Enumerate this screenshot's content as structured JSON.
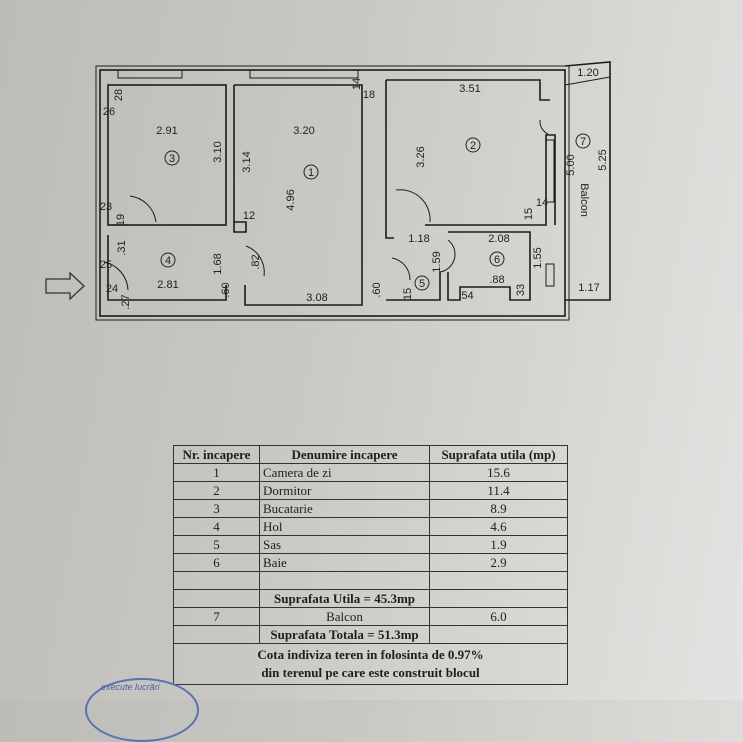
{
  "plan": {
    "rooms": {
      "r1": {
        "num": "1",
        "w": "3.20",
        "h": "4.96",
        "side": "3.14",
        "bottom": "3.08"
      },
      "r2": {
        "num": "2",
        "w": "3.51",
        "h": "3.26"
      },
      "r3": {
        "num": "3",
        "w": "2.91",
        "h": "3.10"
      },
      "r4": {
        "num": "4",
        "w": "2.81",
        "h": "1.68",
        "door": ".82"
      },
      "r5": {
        "num": "5",
        "w": "1.18",
        "h": "1.59"
      },
      "r6": {
        "num": "6",
        "w": "2.08",
        "h": "1.55",
        "bottom": ".88"
      },
      "r7": {
        "num": "7",
        "name": "Balcon",
        "top": "1.20",
        "inner": "5.00",
        "outer": "5.25",
        "bottom": "1.17"
      }
    },
    "small_dims": [
      "26",
      "28",
      "23",
      "19",
      ".31",
      "25",
      "24",
      ".27",
      ".60",
      "12",
      "18",
      "14",
      ".60",
      "15",
      ".54",
      "33",
      "15",
      "14"
    ],
    "entrance_icon": "arrow-right-icon"
  },
  "table": {
    "headers": [
      "Nr. incapere",
      "Denumire incapere",
      "Suprafata utila (mp)"
    ],
    "rows": [
      {
        "nr": "1",
        "name": "Camera de zi",
        "area": "15.6"
      },
      {
        "nr": "2",
        "name": "Dormitor",
        "area": "11.4"
      },
      {
        "nr": "3",
        "name": "Bucatarie",
        "area": "8.9"
      },
      {
        "nr": "4",
        "name": "Hol",
        "area": "4.6"
      },
      {
        "nr": "5",
        "name": "Sas",
        "area": "1.9"
      },
      {
        "nr": "6",
        "name": "Baie",
        "area": "2.9"
      }
    ],
    "utila_total": "Suprafata Utila = 45.3mp",
    "balcony": {
      "nr": "7",
      "name": "Balcon",
      "area": "6.0"
    },
    "totala": "Suprafata Totala = 51.3mp",
    "cota_line1": "Cota indiviza teren in folosinta de 0.97%",
    "cota_line2": "din terenul pe care este construit blocul"
  },
  "stamp": {
    "text": "execute lucrări"
  }
}
